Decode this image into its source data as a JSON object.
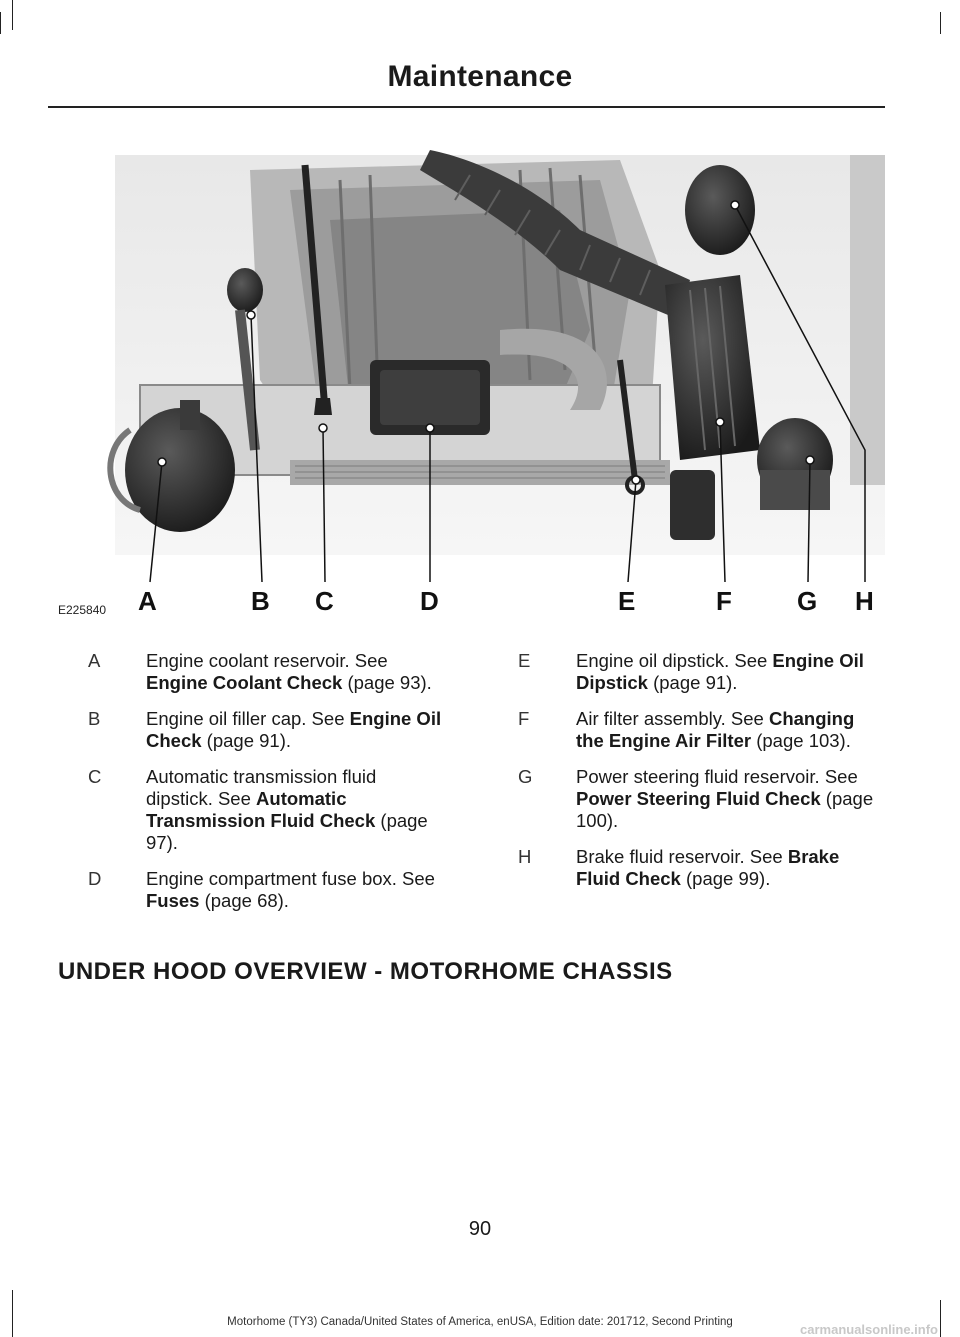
{
  "header": {
    "title": "Maintenance"
  },
  "figure": {
    "image_code": "E225840",
    "callouts": [
      "A",
      "B",
      "C",
      "D",
      "E",
      "F",
      "G",
      "H"
    ]
  },
  "legend": {
    "left": [
      {
        "key": "A",
        "text": "Engine coolant reservoir.  See ",
        "link": "Engine Coolant Check",
        "page": " (page 93)."
      },
      {
        "key": "B",
        "text": "Engine oil filler cap.  See ",
        "link": "Engine Oil Check",
        "page": " (page 91)."
      },
      {
        "key": "C",
        "text": "Automatic transmission fluid dipstick.  See ",
        "link": "Automatic Transmission Fluid Check",
        "page": " (page 97)."
      },
      {
        "key": "D",
        "text": "Engine compartment fuse box.  See ",
        "link": "Fuses",
        "page": " (page 68)."
      }
    ],
    "right": [
      {
        "key": "E",
        "text": "Engine oil dipstick.  See ",
        "link": "Engine Oil Dipstick",
        "page": " (page 91)."
      },
      {
        "key": "F",
        "text": "Air filter assembly.  See ",
        "link": "Changing the Engine Air Filter",
        "page": " (page 103)."
      },
      {
        "key": "G",
        "text": "Power steering fluid reservoir.  See ",
        "link": "Power Steering Fluid Check",
        "page": " (page 100)."
      },
      {
        "key": "H",
        "text": "Brake fluid reservoir.  See ",
        "link": "Brake Fluid Check",
        "page": " (page 99)."
      }
    ]
  },
  "section_heading": "UNDER HOOD OVERVIEW - MOTORHOME CHASSIS",
  "page_number": "90",
  "footer": "Motorhome (TY3) Canada/United States of America, enUSA, Edition date: 201712, Second Printing",
  "watermark": "carmanualsonline.info"
}
